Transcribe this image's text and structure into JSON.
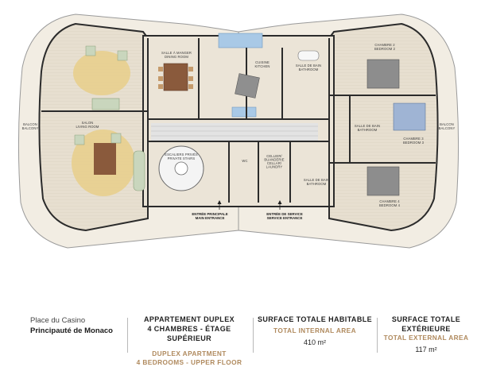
{
  "colors": {
    "accent": "#b08a5e",
    "floor": "#e6dccb",
    "terrace": "#f1ebdf",
    "wall": "#2b2b2b",
    "pool": "#a9c9e6"
  },
  "plan": {
    "rooms": {
      "dining": [
        "SALLE À MANGER",
        "DINING ROOM"
      ],
      "kitchen": [
        "CUISINE",
        "KITCHEN"
      ],
      "bathroom_top": [
        "SALLE DE BAIN",
        "BATHROOM"
      ],
      "bedroom2": [
        "CHAMBRE 2",
        "BEDROOM 2"
      ],
      "living": [
        "SALON",
        "LIVING ROOM"
      ],
      "stairs": [
        "ESCALIERS PRIVÉS",
        "PRIVATE STAIRS"
      ],
      "wc": "WC",
      "laundry": [
        "CELLIER/",
        "BUANDERIE",
        "CELLAR/",
        "LAUNDRY"
      ],
      "bathroom_mid": [
        "SALLE DE BAIN",
        "BATHROOM"
      ],
      "bathroom_low": [
        "SALLE DE BAIN",
        "BATHROOM"
      ],
      "bedroom3": [
        "CHAMBRE 3",
        "BEDROOM 3"
      ],
      "bedroom4": [
        "CHAMBRE 4",
        "BEDROOM 4"
      ],
      "balcony_left": [
        "BALCON",
        "BALCONY"
      ],
      "balcony_right": [
        "BALCON",
        "BALCONY"
      ],
      "entrance_main": [
        "ENTRÉE PRINCIPALE",
        "MAIN ENTRANCE"
      ],
      "entrance_service": [
        "ENTRÉE DE SERVICE",
        "SERVICE ENTRANCE"
      ]
    }
  },
  "footer": {
    "location_line1": "Place du Casino",
    "location_line2": "Principauté de Monaco",
    "apartment_fr_1": "APPARTEMENT DUPLEX",
    "apartment_fr_2": "4 CHAMBRES - ÉTAGE SUPÉRIEUR",
    "apartment_en_1": "DUPLEX APARTMENT",
    "apartment_en_2": "4 BEDROOMS - UPPER FLOOR",
    "internal_fr": "SURFACE TOTALE HABITABLE",
    "internal_en": "TOTAL INTERNAL AREA",
    "internal_value": "410 m²",
    "external_fr_1": "SURFACE TOTALE",
    "external_fr_2": "EXTÉRIEURE",
    "external_en": "TOTAL EXTERNAL AREA",
    "external_value": "117 m²"
  }
}
